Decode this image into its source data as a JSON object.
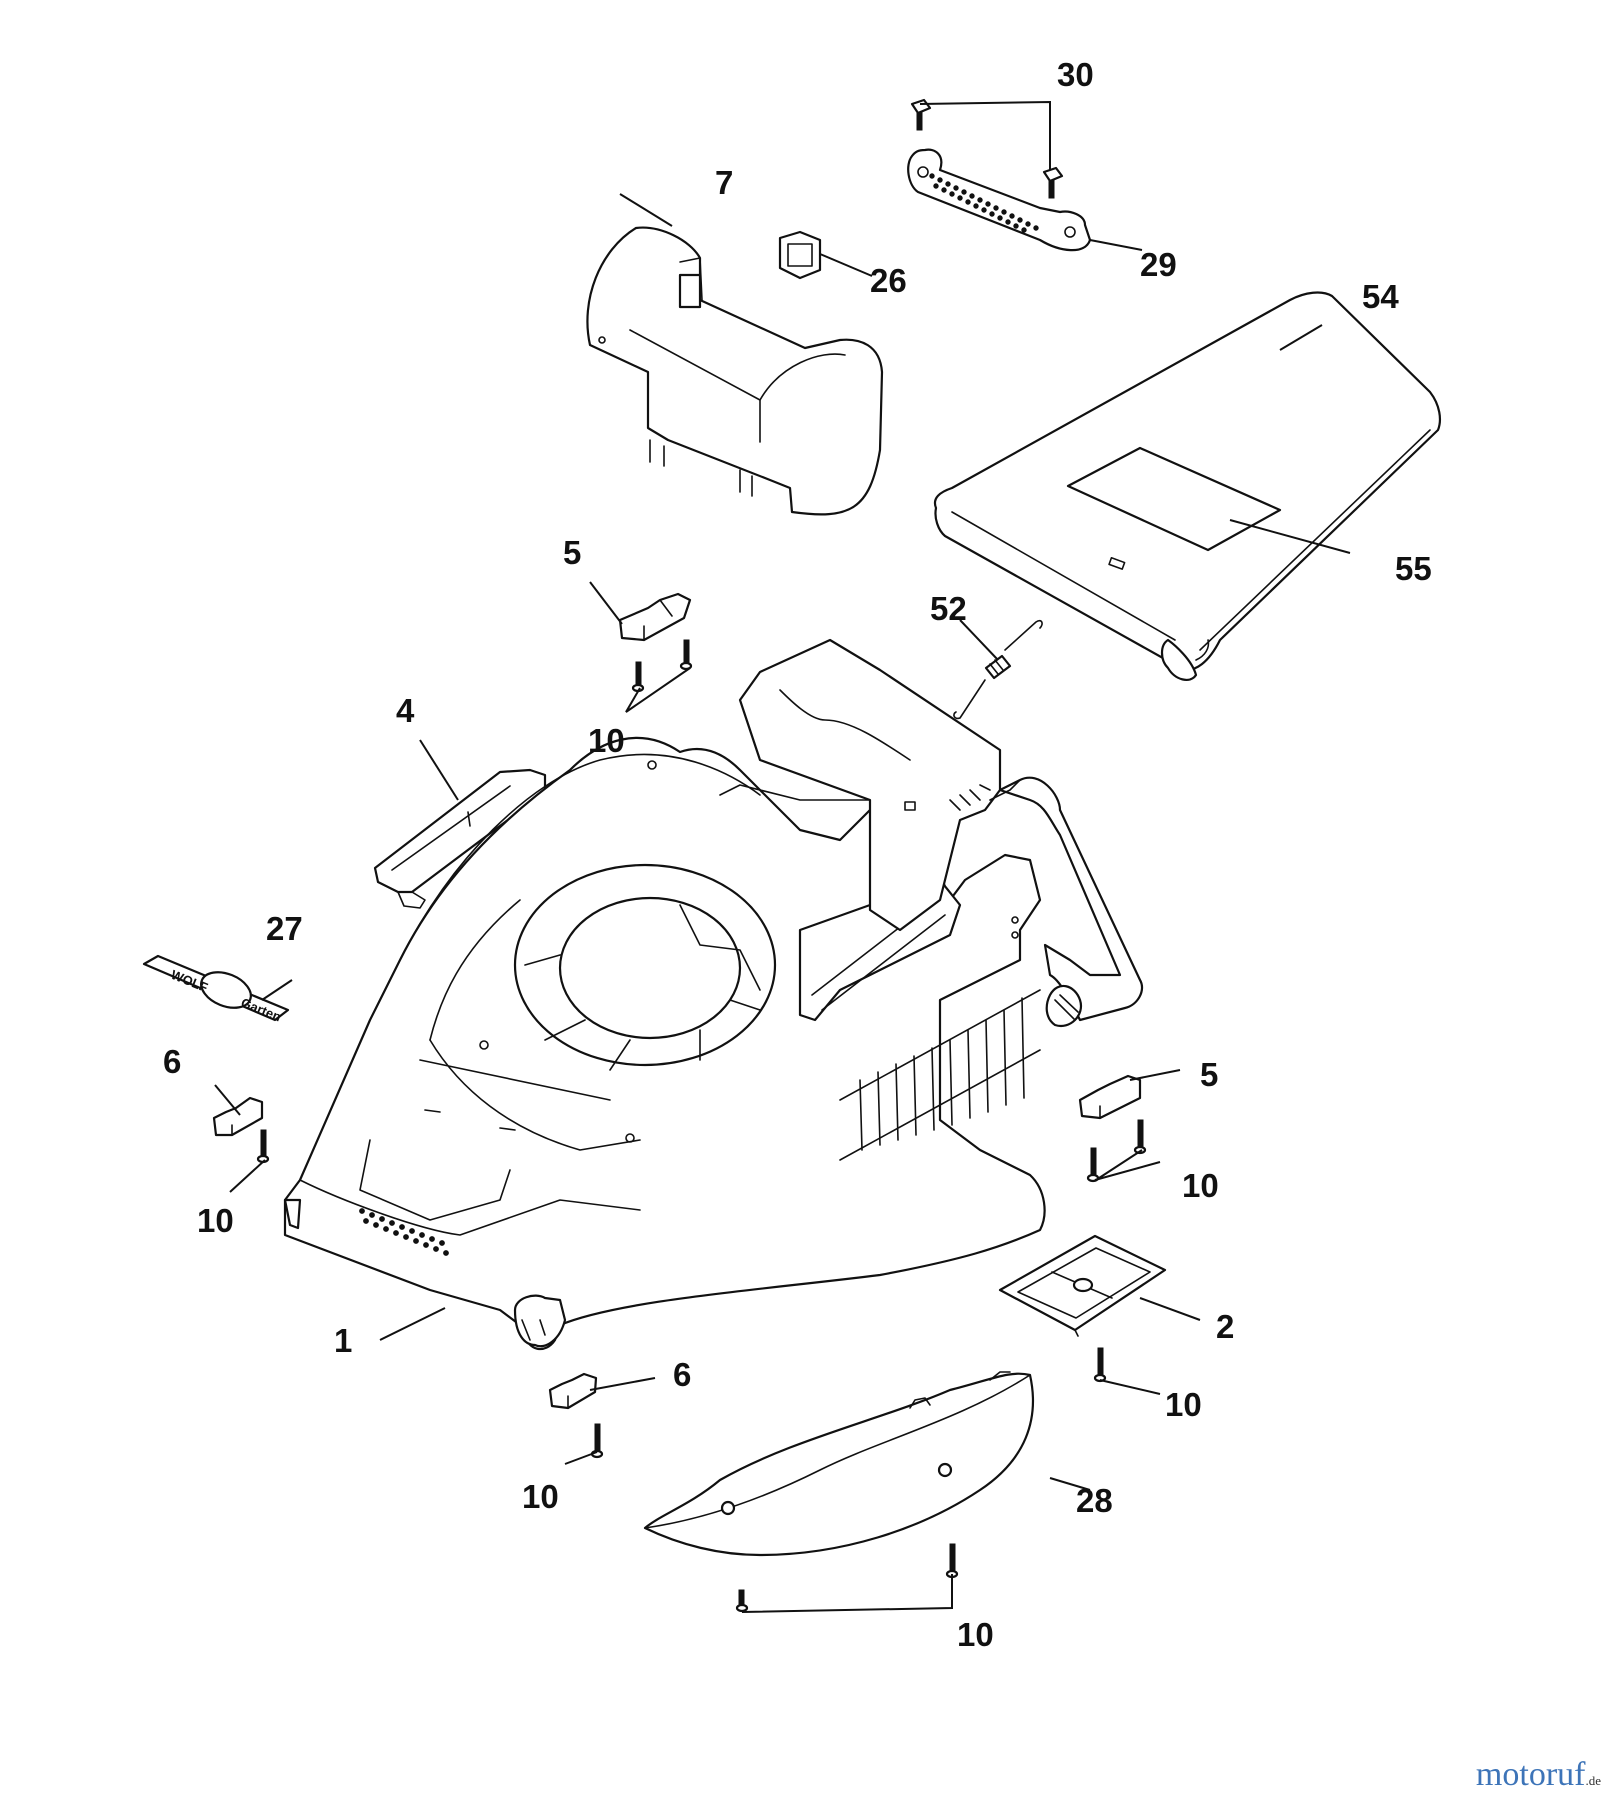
{
  "callouts": [
    "30",
    "7",
    "26",
    "29",
    "54",
    "55",
    "5",
    "52",
    "4",
    "10",
    "27",
    "6",
    "5",
    "10",
    "10",
    "1",
    "2",
    "6",
    "10",
    "10",
    "28",
    "10"
  ],
  "logo_text": {
    "left": "WOLF",
    "right": "Garten"
  },
  "watermark": {
    "name": "motoruf",
    "tld": ".de"
  }
}
